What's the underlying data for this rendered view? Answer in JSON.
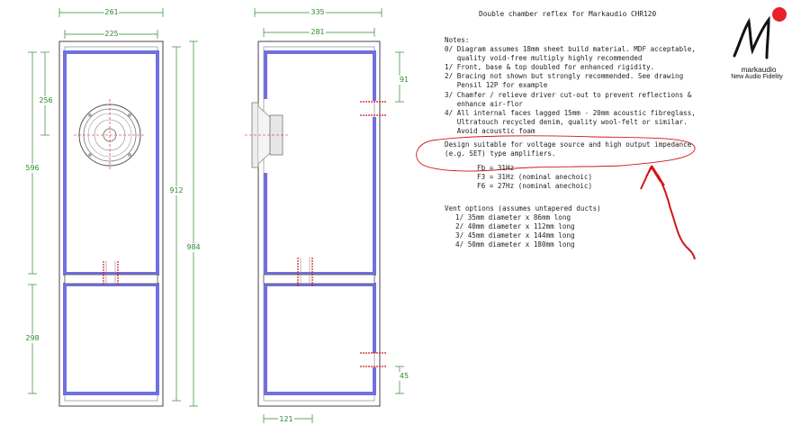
{
  "title": "Double chamber reflex for Markaudio CHR120",
  "dims": {
    "front_outer_width": "261",
    "front_inner_width": "225",
    "side_outer_width": "335",
    "side_inner_width": "281",
    "driver_center_height": "256",
    "upper_chamber_height": "596",
    "lower_chamber_height": "298",
    "inner_height": "912",
    "outer_height": "984",
    "port_top_offset": "91",
    "port_bottom_offset": "45",
    "bottom_vent_width": "121"
  },
  "notes": {
    "heading": "Notes:",
    "lines": [
      "0/ Diagram assumes 18mm sheet build material. MDF acceptable,",
      "   quality void-free multiply highly recommended",
      "1/ Front, base & top doubled for enhanced rigidity.",
      "2/ Bracing not shown but strongly recommended. See drawing",
      "   Pensil 12P for example",
      "3/ Chamfer / relieve driver cut-out to prevent reflections &",
      "   enhance air-flor",
      "4/ All internal faces lagged 15mm - 20mm acoustic fibreglass,",
      "   Ultratouch recycled denim, quality wool-felt or similar.",
      "   Avoid acoustic foam"
    ],
    "design_line1": "Design suitable for voltage source and high output impedance",
    "design_line2": "(e.g. SET) type amplifiers.",
    "fb": "Fb = 31Hz",
    "f3": "F3 = 31Hz (nominal anechoic)",
    "f6": "F6 = 27Hz (nominal anechoic)",
    "vent_heading": "Vent options (assumes untapered ducts)",
    "vents": [
      "1/ 35mm diameter x 86mm long",
      "2/ 40mm diameter x 112mm long",
      "3/ 45mm diameter x 144mm long",
      "4/ 50mm diameter x 180mm long"
    ]
  },
  "logo": {
    "name": "markaudio",
    "tagline": "New Audio Fidelity",
    "dot_color": "#e8202a"
  },
  "colors": {
    "dimension": "#2a8a2a",
    "lining": "#7070e0",
    "annotation": "#d01818"
  }
}
